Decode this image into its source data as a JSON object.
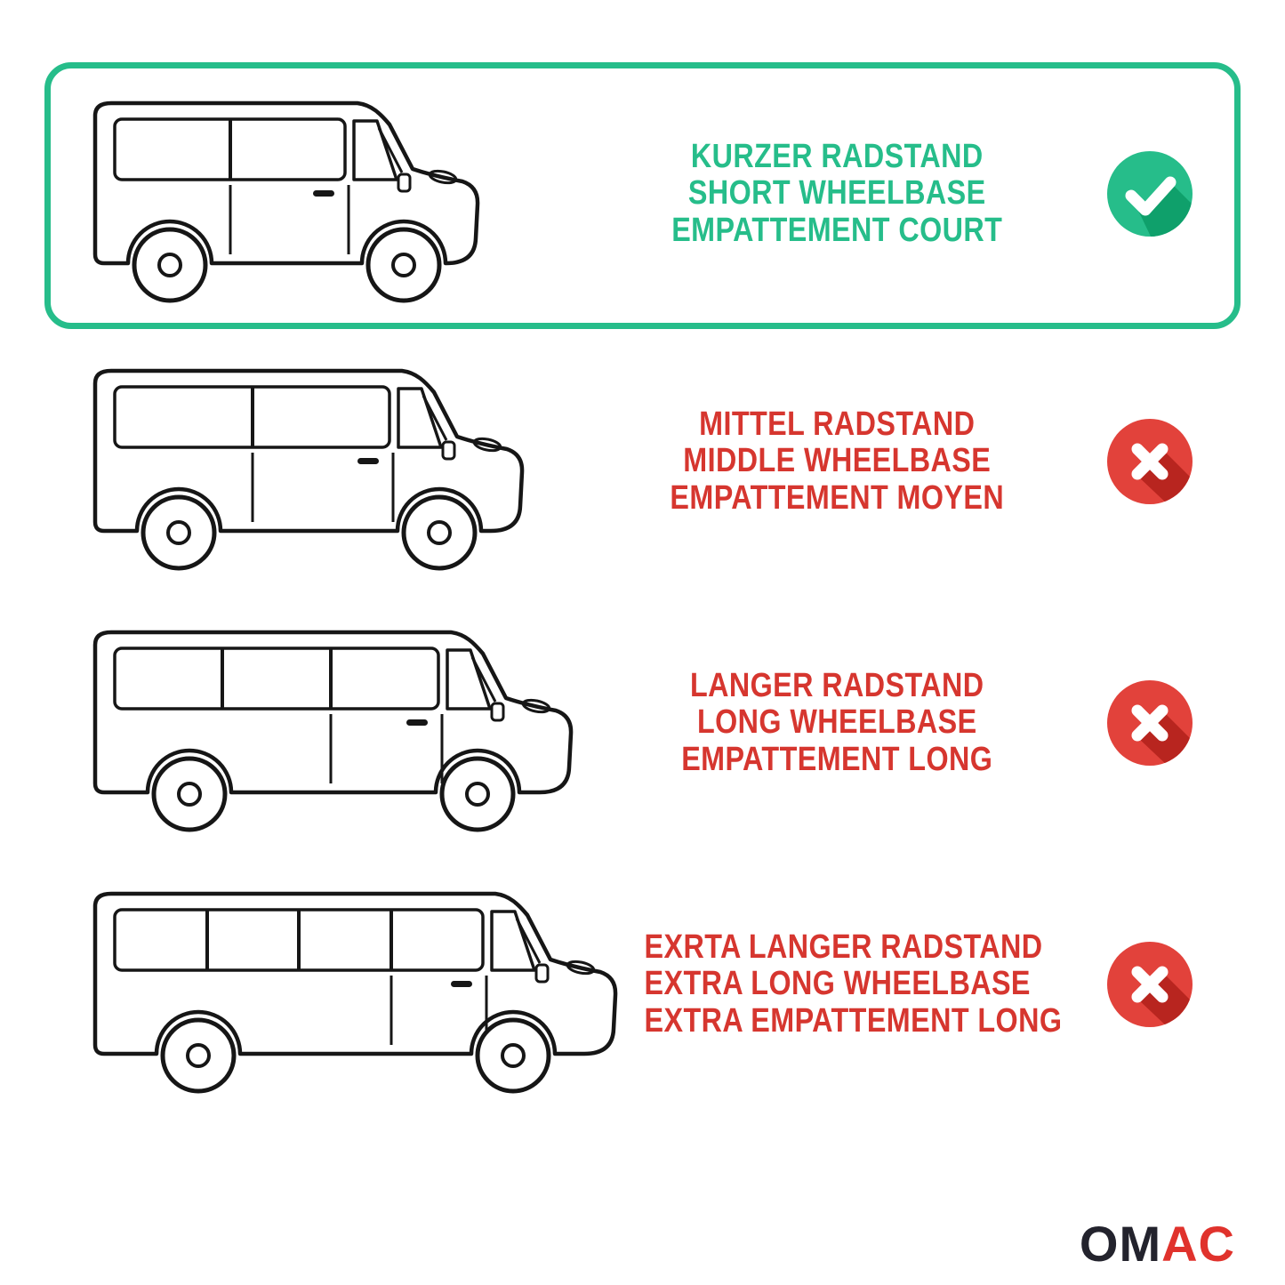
{
  "rows": [
    {
      "name": "short-wheelbase",
      "status": "selected",
      "icon": "check-icon",
      "lines": [
        "KURZER RADSTAND",
        "SHORT WHEELBASE",
        "EMPATTEMENT COURT"
      ]
    },
    {
      "name": "middle-wheelbase",
      "status": "excluded",
      "icon": "cross-icon",
      "lines": [
        "MITTEL RADSTAND",
        "MIDDLE WHEELBASE",
        "EMPATTEMENT MOYEN"
      ]
    },
    {
      "name": "long-wheelbase",
      "status": "excluded",
      "icon": "cross-icon",
      "lines": [
        "LANGER RADSTAND",
        "LONG WHEELBASE",
        "EMPATTEMENT LONG"
      ]
    },
    {
      "name": "extra-long-wheelbase",
      "status": "excluded",
      "icon": "cross-icon",
      "lines": [
        "EXRTA LANGER RADSTAND",
        "EXTRA LONG WHEELBASE",
        "EXTRA EMPATTEMENT LONG"
      ]
    }
  ],
  "colors": {
    "green": "#26bd8a",
    "green_dark": "#0fa06b",
    "red": "#e2423b",
    "red_dark": "#b8251f",
    "text_green": "#26bd8a",
    "text_red": "#d6362f",
    "van_outline": "#161616"
  },
  "logo": {
    "part_dark": "OM",
    "part_red": "AC"
  }
}
